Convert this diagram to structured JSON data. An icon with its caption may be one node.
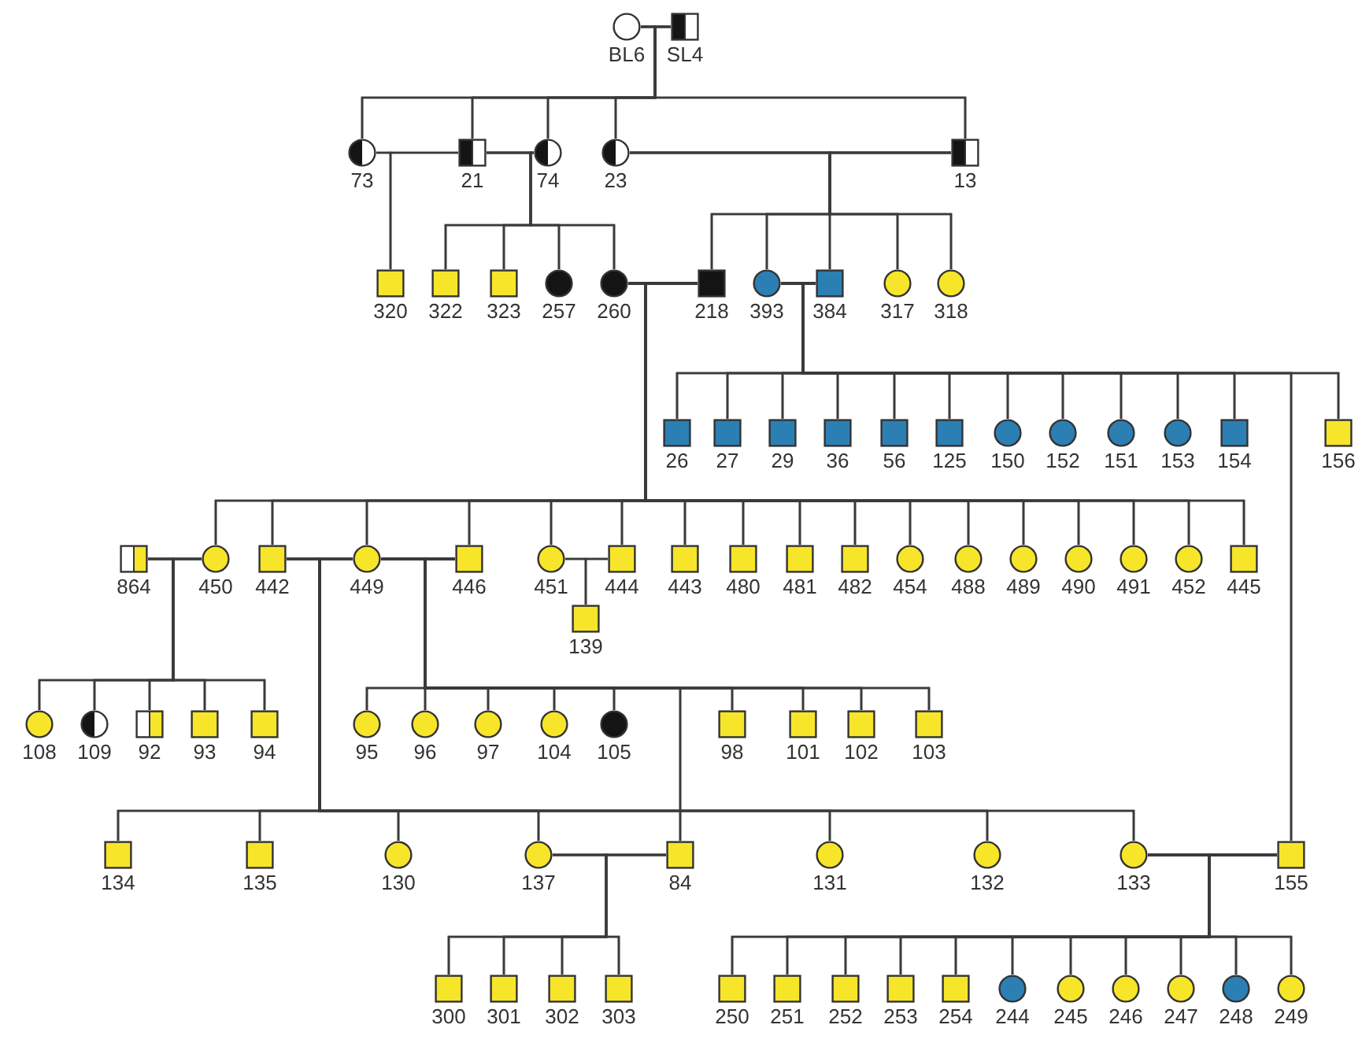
{
  "diagram": {
    "nodes": [
      {
        "text": [],
        "shape": "circle",
        "beside": [
          "BL6"
        ]
      },
      {
        "text": [],
        "shape": "box",
        "beside": [
          "SL4"
        ]
      },
      {
        "text": [],
        "shape": "circle",
        "beside": [
          "73"
        ]
      },
      {
        "text": [],
        "shape": "box",
        "beside": [
          "21"
        ]
      },
      {
        "text": [],
        "shape": "circle",
        "beside": [
          "74"
        ]
      },
      {
        "text": [],
        "shape": "circle",
        "beside": [
          "23"
        ]
      },
      {
        "text": [],
        "shape": "box",
        "beside": [
          "13"
        ]
      },
      {
        "text": [],
        "shape": "box",
        "beside": [
          "320"
        ]
      },
      {
        "text": [],
        "shape": "box",
        "beside": [
          "322"
        ]
      },
      {
        "text": [],
        "shape": "box",
        "beside": [
          "323"
        ]
      },
      {
        "text": [],
        "shape": "circle",
        "beside": [
          "257"
        ]
      },
      {
        "text": [],
        "shape": "circle",
        "beside": [
          "260"
        ]
      },
      {
        "text": [],
        "shape": "box",
        "beside": [
          "218"
        ]
      },
      {
        "text": [],
        "shape": "circle",
        "beside": [
          "393"
        ]
      },
      {
        "text": [],
        "shape": "box",
        "beside": [
          "384"
        ]
      },
      {
        "text": [],
        "shape": "circle",
        "beside": [
          "317"
        ]
      },
      {
        "text": [],
        "shape": "circle",
        "beside": [
          "318"
        ]
      },
      {
        "text": [],
        "shape": "box",
        "beside": [
          "26"
        ]
      },
      {
        "text": [],
        "shape": "box",
        "beside": [
          "27"
        ]
      },
      {
        "text": [],
        "shape": "box",
        "beside": [
          "29"
        ]
      },
      {
        "text": [],
        "shape": "box",
        "beside": [
          "36"
        ]
      },
      {
        "text": [],
        "shape": "box",
        "beside": [
          "56"
        ]
      },
      {
        "text": [],
        "shape": "box",
        "beside": [
          "125"
        ]
      },
      {
        "text": [],
        "shape": "circle",
        "beside": [
          "150"
        ]
      },
      {
        "text": [],
        "shape": "circle",
        "beside": [
          "152"
        ]
      },
      {
        "text": [],
        "shape": "circle",
        "beside": [
          "151"
        ]
      },
      {
        "text": [],
        "shape": "circle",
        "beside": [
          "153"
        ]
      },
      {
        "text": [],
        "shape": "box",
        "beside": [
          "154"
        ]
      },
      {
        "text": [],
        "shape": "box",
        "beside": [
          "156"
        ]
      },
      {
        "text": [],
        "shape": "box",
        "beside": [
          "864"
        ]
      },
      {
        "text": [],
        "shape": "circle",
        "beside": [
          "450"
        ]
      },
      {
        "text": [],
        "shape": "box",
        "beside": [
          "442"
        ]
      },
      {
        "text": [],
        "shape": "circle",
        "beside": [
          "449"
        ]
      },
      {
        "text": [],
        "shape": "box",
        "beside": [
          "446"
        ]
      },
      {
        "text": [],
        "shape": "circle",
        "beside": [
          "451"
        ]
      },
      {
        "text": [],
        "shape": "box",
        "beside": [
          "444"
        ]
      },
      {
        "text": [],
        "shape": "box",
        "beside": [
          "443"
        ]
      },
      {
        "text": [],
        "shape": "box",
        "beside": [
          "480"
        ]
      },
      {
        "text": [],
        "shape": "box",
        "beside": [
          "481"
        ]
      },
      {
        "text": [],
        "shape": "box",
        "beside": [
          "482"
        ]
      },
      {
        "text": [],
        "shape": "circle",
        "beside": [
          "454"
        ]
      },
      {
        "text": [],
        "shape": "circle",
        "beside": [
          "488"
        ]
      },
      {
        "text": [],
        "shape": "circle",
        "beside": [
          "489"
        ]
      },
      {
        "text": [],
        "shape": "circle",
        "beside": [
          "490"
        ]
      },
      {
        "text": [],
        "shape": "circle",
        "beside": [
          "491"
        ]
      },
      {
        "text": [],
        "shape": "circle",
        "beside": [
          "452"
        ]
      },
      {
        "text": [],
        "shape": "box",
        "beside": [
          "445"
        ]
      },
      {
        "text": [],
        "shape": "box",
        "beside": [
          "139"
        ]
      },
      {
        "text": [],
        "shape": "circle",
        "beside": [
          "108"
        ]
      },
      {
        "text": [],
        "shape": "circle",
        "beside": [
          "109"
        ]
      },
      {
        "text": [],
        "shape": "box",
        "beside": [
          "92"
        ]
      },
      {
        "text": [],
        "shape": "box",
        "beside": [
          "93"
        ]
      },
      {
        "text": [],
        "shape": "box",
        "beside": [
          "94"
        ]
      },
      {
        "text": [],
        "shape": "circle",
        "beside": [
          "95"
        ]
      },
      {
        "text": [],
        "shape": "circle",
        "beside": [
          "96"
        ]
      },
      {
        "text": [],
        "shape": "circle",
        "beside": [
          "97"
        ]
      },
      {
        "text": [],
        "shape": "circle",
        "beside": [
          "104"
        ]
      },
      {
        "text": [],
        "shape": "circle",
        "beside": [
          "105"
        ]
      },
      {
        "text": [],
        "shape": "box",
        "beside": [
          "98"
        ]
      },
      {
        "text": [],
        "shape": "box",
        "beside": [
          "101"
        ]
      },
      {
        "text": [],
        "shape": "box",
        "beside": [
          "102"
        ]
      },
      {
        "text": [],
        "shape": "box",
        "beside": [
          "103"
        ]
      },
      {
        "text": [],
        "shape": "box",
        "beside": [
          "134"
        ]
      },
      {
        "text": [],
        "shape": "box",
        "beside": [
          "135"
        ]
      },
      {
        "text": [],
        "shape": "circle",
        "beside": [
          "130"
        ]
      },
      {
        "text": [],
        "shape": "circle",
        "beside": [
          "137"
        ]
      },
      {
        "text": [],
        "shape": "box",
        "beside": [
          "84"
        ]
      },
      {
        "text": [],
        "shape": "circle",
        "beside": [
          "131"
        ]
      },
      {
        "text": [],
        "shape": "circle",
        "beside": [
          "132"
        ]
      },
      {
        "text": [],
        "shape": "circle",
        "beside": [
          "133"
        ]
      },
      {
        "text": [],
        "shape": "box",
        "beside": [
          "155"
        ]
      },
      {
        "text": [],
        "shape": "box",
        "beside": [
          "300"
        ]
      },
      {
        "text": [],
        "shape": "box",
        "beside": [
          "301"
        ]
      },
      {
        "text": [],
        "shape": "box",
        "beside": [
          "302"
        ]
      },
      {
        "text": [],
        "shape": "box",
        "beside": [
          "303"
        ]
      },
      {
        "text": [],
        "shape": "box",
        "beside": [
          "250"
        ]
      },
      {
        "text": [],
        "shape": "box",
        "beside": [
          "251"
        ]
      },
      {
        "text": [],
        "shape": "box",
        "beside": [
          "252"
        ]
      },
      {
        "text": [],
        "shape": "box",
        "beside": [
          "253"
        ]
      },
      {
        "text": [],
        "shape": "box",
        "beside": [
          "254"
        ]
      },
      {
        "text": [],
        "shape": "circle",
        "beside": [
          "244"
        ]
      },
      {
        "text": [],
        "shape": "circle",
        "beside": [
          "245"
        ]
      },
      {
        "text": [],
        "shape": "circle",
        "beside": [
          "246"
        ]
      },
      {
        "text": [],
        "shape": "circle",
        "beside": [
          "247"
        ]
      },
      {
        "text": [],
        "shape": "circle",
        "beside": [
          "248"
        ]
      },
      {
        "text": [],
        "shape": "circle",
        "beside": [
          "249"
        ]
      }
    ],
    "edges": [
      {
        "from": 0,
        "to": 1,
        "arrow": "none"
      },
      {
        "from": 0,
        "to": 2,
        "arrow": "none"
      },
      {
        "from": 0,
        "to": 3,
        "arrow": "none"
      },
      {
        "from": 0,
        "to": 4,
        "arrow": "none"
      },
      {
        "from": 0,
        "to": 5,
        "arrow": "none"
      },
      {
        "from": 0,
        "to": 6,
        "arrow": "none"
      },
      {
        "from": 1,
        "to": 2,
        "arrow": "none"
      },
      {
        "from": 1,
        "to": 3,
        "arrow": "none"
      },
      {
        "from": 1,
        "to": 4,
        "arrow": "none"
      },
      {
        "from": 1,
        "to": 5,
        "arrow": "none"
      },
      {
        "from": 1,
        "to": 6,
        "arrow": "none"
      },
      {
        "from": 2,
        "to": 3,
        "arrow": "none"
      },
      {
        "from": 2,
        "to": 7,
        "arrow": "none"
      },
      {
        "from": 3,
        "to": 7,
        "arrow": "none"
      },
      {
        "from": 3,
        "to": 4,
        "arrow": "none"
      },
      {
        "from": 3,
        "to": 8,
        "arrow": "none"
      },
      {
        "from": 3,
        "to": 9,
        "arrow": "none"
      },
      {
        "from": 3,
        "to": 10,
        "arrow": "none"
      },
      {
        "from": 3,
        "to": 11,
        "arrow": "none"
      },
      {
        "from": 4,
        "to": 8,
        "arrow": "none"
      },
      {
        "from": 4,
        "to": 9,
        "arrow": "none"
      },
      {
        "from": 4,
        "to": 10,
        "arrow": "none"
      },
      {
        "from": 4,
        "to": 11,
        "arrow": "none"
      },
      {
        "from": 5,
        "to": 6,
        "arrow": "none"
      },
      {
        "from": 5,
        "to": 12,
        "arrow": "none"
      },
      {
        "from": 5,
        "to": 13,
        "arrow": "none"
      },
      {
        "from": 5,
        "to": 14,
        "arrow": "none"
      },
      {
        "from": 5,
        "to": 15,
        "arrow": "none"
      },
      {
        "from": 5,
        "to": 16,
        "arrow": "none"
      },
      {
        "from": 6,
        "to": 12,
        "arrow": "none"
      },
      {
        "from": 6,
        "to": 13,
        "arrow": "none"
      },
      {
        "from": 6,
        "to": 14,
        "arrow": "none"
      },
      {
        "from": 6,
        "to": 15,
        "arrow": "none"
      },
      {
        "from": 6,
        "to": 16,
        "arrow": "none"
      },
      {
        "from": 11,
        "to": 12,
        "arrow": "none"
      },
      {
        "from": 11,
        "to": 30,
        "arrow": "none"
      },
      {
        "from": 11,
        "to": 31,
        "arrow": "none"
      },
      {
        "from": 11,
        "to": 32,
        "arrow": "none"
      },
      {
        "from": 11,
        "to": 33,
        "arrow": "none"
      },
      {
        "from": 11,
        "to": 34,
        "arrow": "none"
      },
      {
        "from": 11,
        "to": 35,
        "arrow": "none"
      },
      {
        "from": 11,
        "to": 36,
        "arrow": "none"
      },
      {
        "from": 11,
        "to": 37,
        "arrow": "none"
      },
      {
        "from": 11,
        "to": 38,
        "arrow": "none"
      },
      {
        "from": 11,
        "to": 39,
        "arrow": "none"
      },
      {
        "from": 11,
        "to": 40,
        "arrow": "none"
      },
      {
        "from": 11,
        "to": 41,
        "arrow": "none"
      },
      {
        "from": 11,
        "to": 42,
        "arrow": "none"
      },
      {
        "from": 11,
        "to": 43,
        "arrow": "none"
      },
      {
        "from": 11,
        "to": 44,
        "arrow": "none"
      },
      {
        "from": 11,
        "to": 45,
        "arrow": "none"
      },
      {
        "from": 11,
        "to": 46,
        "arrow": "none"
      },
      {
        "from": 12,
        "to": 30,
        "arrow": "none"
      },
      {
        "from": 12,
        "to": 31,
        "arrow": "none"
      },
      {
        "from": 12,
        "to": 32,
        "arrow": "none"
      },
      {
        "from": 12,
        "to": 33,
        "arrow": "none"
      },
      {
        "from": 12,
        "to": 34,
        "arrow": "none"
      },
      {
        "from": 12,
        "to": 35,
        "arrow": "none"
      },
      {
        "from": 12,
        "to": 36,
        "arrow": "none"
      },
      {
        "from": 12,
        "to": 37,
        "arrow": "none"
      },
      {
        "from": 12,
        "to": 38,
        "arrow": "none"
      },
      {
        "from": 12,
        "to": 39,
        "arrow": "none"
      },
      {
        "from": 12,
        "to": 40,
        "arrow": "none"
      },
      {
        "from": 12,
        "to": 41,
        "arrow": "none"
      },
      {
        "from": 12,
        "to": 42,
        "arrow": "none"
      },
      {
        "from": 12,
        "to": 43,
        "arrow": "none"
      },
      {
        "from": 12,
        "to": 44,
        "arrow": "none"
      },
      {
        "from": 12,
        "to": 45,
        "arrow": "none"
      },
      {
        "from": 12,
        "to": 46,
        "arrow": "none"
      },
      {
        "from": 13,
        "to": 14,
        "arrow": "none"
      },
      {
        "from": 13,
        "to": 17,
        "arrow": "none"
      },
      {
        "from": 13,
        "to": 18,
        "arrow": "none"
      },
      {
        "from": 13,
        "to": 19,
        "arrow": "none"
      },
      {
        "from": 13,
        "to": 20,
        "arrow": "none"
      },
      {
        "from": 13,
        "to": 21,
        "arrow": "none"
      },
      {
        "from": 13,
        "to": 22,
        "arrow": "none"
      },
      {
        "from": 13,
        "to": 23,
        "arrow": "none"
      },
      {
        "from": 13,
        "to": 24,
        "arrow": "none"
      },
      {
        "from": 13,
        "to": 25,
        "arrow": "none"
      },
      {
        "from": 13,
        "to": 26,
        "arrow": "none"
      },
      {
        "from": 13,
        "to": 27,
        "arrow": "none"
      },
      {
        "from": 13,
        "to": 28,
        "arrow": "none"
      },
      {
        "from": 13,
        "to": 70,
        "arrow": "none"
      },
      {
        "from": 14,
        "to": 17,
        "arrow": "none"
      },
      {
        "from": 14,
        "to": 18,
        "arrow": "none"
      },
      {
        "from": 14,
        "to": 19,
        "arrow": "none"
      },
      {
        "from": 14,
        "to": 20,
        "arrow": "none"
      },
      {
        "from": 14,
        "to": 21,
        "arrow": "none"
      },
      {
        "from": 14,
        "to": 22,
        "arrow": "none"
      },
      {
        "from": 14,
        "to": 23,
        "arrow": "none"
      },
      {
        "from": 14,
        "to": 24,
        "arrow": "none"
      },
      {
        "from": 14,
        "to": 25,
        "arrow": "none"
      },
      {
        "from": 14,
        "to": 26,
        "arrow": "none"
      },
      {
        "from": 14,
        "to": 27,
        "arrow": "none"
      },
      {
        "from": 14,
        "to": 28,
        "arrow": "none"
      },
      {
        "from": 14,
        "to": 70,
        "arrow": "none"
      },
      {
        "from": 29,
        "to": 30,
        "arrow": "none"
      },
      {
        "from": 29,
        "to": 48,
        "arrow": "none"
      },
      {
        "from": 29,
        "to": 49,
        "arrow": "none"
      },
      {
        "from": 29,
        "to": 50,
        "arrow": "none"
      },
      {
        "from": 29,
        "to": 51,
        "arrow": "none"
      },
      {
        "from": 29,
        "to": 52,
        "arrow": "none"
      },
      {
        "from": 30,
        "to": 48,
        "arrow": "none"
      },
      {
        "from": 30,
        "to": 49,
        "arrow": "none"
      },
      {
        "from": 30,
        "to": 50,
        "arrow": "none"
      },
      {
        "from": 30,
        "to": 51,
        "arrow": "none"
      },
      {
        "from": 30,
        "to": 52,
        "arrow": "none"
      },
      {
        "from": 31,
        "to": 32,
        "arrow": "none"
      },
      {
        "from": 31,
        "to": 62,
        "arrow": "none"
      },
      {
        "from": 31,
        "to": 63,
        "arrow": "none"
      },
      {
        "from": 31,
        "to": 64,
        "arrow": "none"
      },
      {
        "from": 31,
        "to": 65,
        "arrow": "none"
      },
      {
        "from": 31,
        "to": 67,
        "arrow": "none"
      },
      {
        "from": 31,
        "to": 68,
        "arrow": "none"
      },
      {
        "from": 31,
        "to": 69,
        "arrow": "none"
      },
      {
        "from": 32,
        "to": 62,
        "arrow": "none"
      },
      {
        "from": 32,
        "to": 63,
        "arrow": "none"
      },
      {
        "from": 32,
        "to": 64,
        "arrow": "none"
      },
      {
        "from": 32,
        "to": 65,
        "arrow": "none"
      },
      {
        "from": 32,
        "to": 67,
        "arrow": "none"
      },
      {
        "from": 32,
        "to": 68,
        "arrow": "none"
      },
      {
        "from": 32,
        "to": 69,
        "arrow": "none"
      },
      {
        "from": 32,
        "to": 33,
        "arrow": "none"
      },
      {
        "from": 32,
        "to": 53,
        "arrow": "none"
      },
      {
        "from": 32,
        "to": 54,
        "arrow": "none"
      },
      {
        "from": 32,
        "to": 55,
        "arrow": "none"
      },
      {
        "from": 32,
        "to": 56,
        "arrow": "none"
      },
      {
        "from": 32,
        "to": 57,
        "arrow": "none"
      },
      {
        "from": 32,
        "to": 58,
        "arrow": "none"
      },
      {
        "from": 32,
        "to": 59,
        "arrow": "none"
      },
      {
        "from": 32,
        "to": 60,
        "arrow": "none"
      },
      {
        "from": 32,
        "to": 61,
        "arrow": "none"
      },
      {
        "from": 32,
        "to": 66,
        "arrow": "none"
      },
      {
        "from": 33,
        "to": 53,
        "arrow": "none"
      },
      {
        "from": 33,
        "to": 54,
        "arrow": "none"
      },
      {
        "from": 33,
        "to": 55,
        "arrow": "none"
      },
      {
        "from": 33,
        "to": 56,
        "arrow": "none"
      },
      {
        "from": 33,
        "to": 57,
        "arrow": "none"
      },
      {
        "from": 33,
        "to": 58,
        "arrow": "none"
      },
      {
        "from": 33,
        "to": 59,
        "arrow": "none"
      },
      {
        "from": 33,
        "to": 60,
        "arrow": "none"
      },
      {
        "from": 33,
        "to": 61,
        "arrow": "none"
      },
      {
        "from": 33,
        "to": 66,
        "arrow": "none"
      },
      {
        "from": 34,
        "to": 35,
        "arrow": "none"
      },
      {
        "from": 34,
        "to": 47,
        "arrow": "none"
      },
      {
        "from": 35,
        "to": 47,
        "arrow": "none"
      },
      {
        "from": 65,
        "to": 66,
        "arrow": "none"
      },
      {
        "from": 65,
        "to": 71,
        "arrow": "none"
      },
      {
        "from": 65,
        "to": 72,
        "arrow": "none"
      },
      {
        "from": 65,
        "to": 73,
        "arrow": "none"
      },
      {
        "from": 65,
        "to": 74,
        "arrow": "none"
      },
      {
        "from": 66,
        "to": 71,
        "arrow": "none"
      },
      {
        "from": 66,
        "to": 72,
        "arrow": "none"
      },
      {
        "from": 66,
        "to": 73,
        "arrow": "none"
      },
      {
        "from": 66,
        "to": 74,
        "arrow": "none"
      },
      {
        "from": 69,
        "to": 70,
        "arrow": "none"
      },
      {
        "from": 69,
        "to": 75,
        "arrow": "none"
      },
      {
        "from": 69,
        "to": 76,
        "arrow": "none"
      },
      {
        "from": 69,
        "to": 77,
        "arrow": "none"
      },
      {
        "from": 69,
        "to": 78,
        "arrow": "none"
      },
      {
        "from": 69,
        "to": 79,
        "arrow": "none"
      },
      {
        "from": 69,
        "to": 80,
        "arrow": "none"
      },
      {
        "from": 69,
        "to": 81,
        "arrow": "none"
      },
      {
        "from": 69,
        "to": 82,
        "arrow": "none"
      },
      {
        "from": 69,
        "to": 83,
        "arrow": "none"
      },
      {
        "from": 69,
        "to": 84,
        "arrow": "none"
      },
      {
        "from": 69,
        "to": 85,
        "arrow": "none"
      },
      {
        "from": 70,
        "to": 75,
        "arrow": "none"
      },
      {
        "from": 70,
        "to": 76,
        "arrow": "none"
      },
      {
        "from": 70,
        "to": 77,
        "arrow": "none"
      },
      {
        "from": 70,
        "to": 78,
        "arrow": "none"
      },
      {
        "from": 70,
        "to": 79,
        "arrow": "none"
      },
      {
        "from": 70,
        "to": 80,
        "arrow": "none"
      },
      {
        "from": 70,
        "to": 81,
        "arrow": "none"
      },
      {
        "from": 70,
        "to": 82,
        "arrow": "none"
      },
      {
        "from": 70,
        "to": 83,
        "arrow": "none"
      },
      {
        "from": 70,
        "to": 84,
        "arrow": "none"
      },
      {
        "from": 70,
        "to": 85,
        "arrow": "none"
      }
    ]
  }
}
